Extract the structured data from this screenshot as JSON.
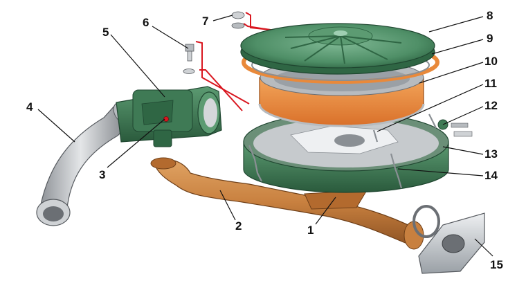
{
  "colors": {
    "housing_green": "#3f7a55",
    "housing_dark": "#2a5a3c",
    "cover_green": "#4f8f67",
    "filter_orange": "#e9893a",
    "intake_copper": "#c8803f",
    "metal_gray": "#a9adb2",
    "highlight_red": "#d9161f",
    "leader_black": "#111111"
  },
  "callouts": [
    {
      "id": "c1",
      "label": "1"
    },
    {
      "id": "c2",
      "label": "2"
    },
    {
      "id": "c3",
      "label": "3"
    },
    {
      "id": "c4",
      "label": "4"
    },
    {
      "id": "c5",
      "label": "5"
    },
    {
      "id": "c6",
      "label": "6"
    },
    {
      "id": "c7",
      "label": "7"
    },
    {
      "id": "c8",
      "label": "8"
    },
    {
      "id": "c9",
      "label": "9"
    },
    {
      "id": "c10",
      "label": "10"
    },
    {
      "id": "c11",
      "label": "11"
    },
    {
      "id": "c12",
      "label": "12"
    },
    {
      "id": "c13",
      "label": "13"
    },
    {
      "id": "c14",
      "label": "14"
    },
    {
      "id": "c15",
      "label": "15"
    }
  ]
}
